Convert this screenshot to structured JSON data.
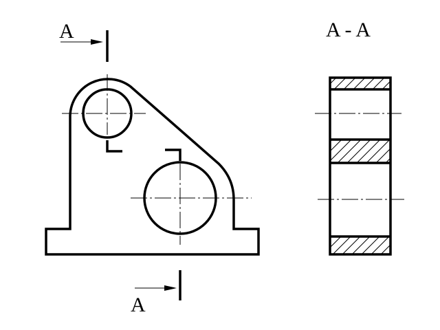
{
  "section_marks": {
    "top_letter": "A",
    "bottom_letter": "A"
  },
  "section_view": {
    "title": "A - A"
  }
}
